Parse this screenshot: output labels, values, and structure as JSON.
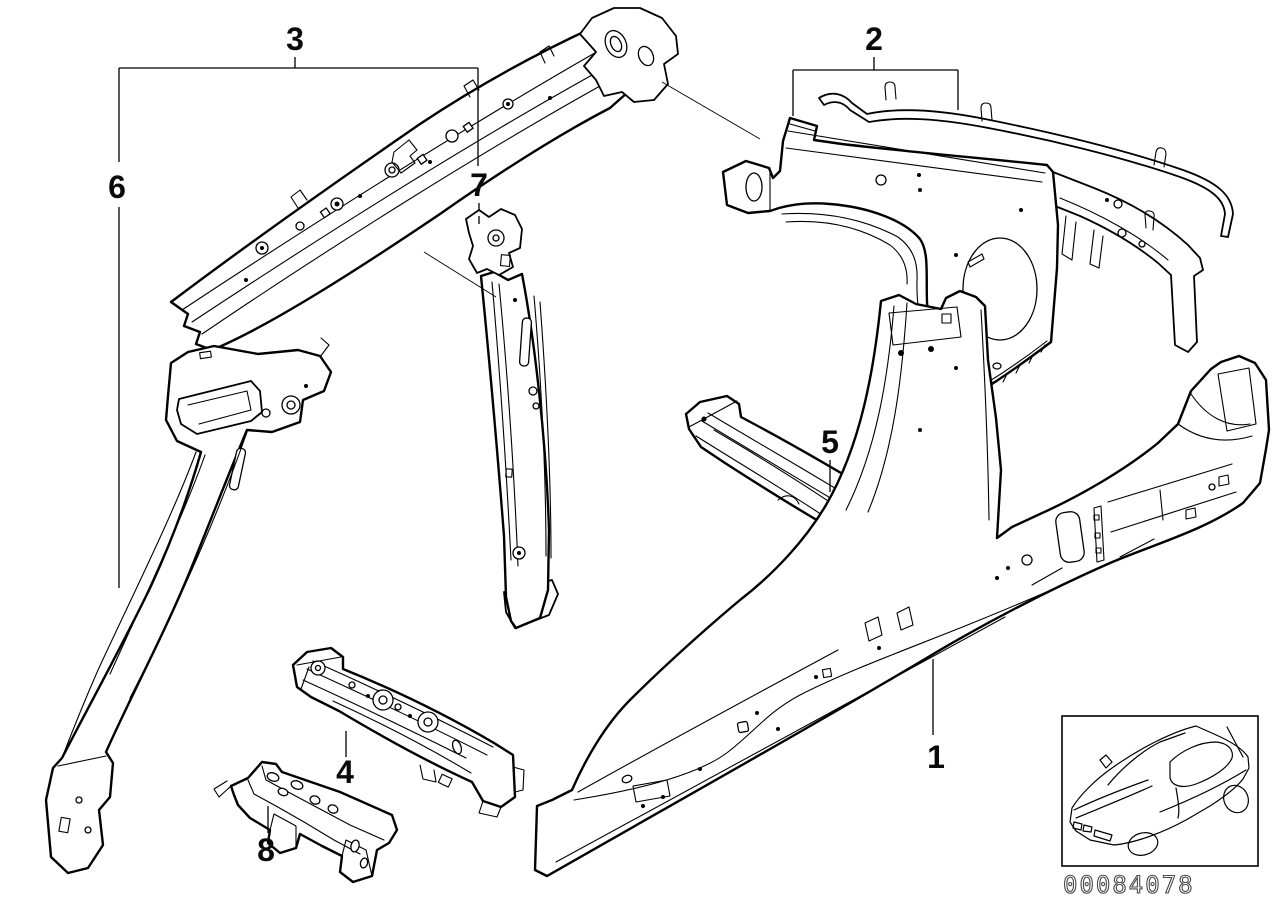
{
  "diagram": {
    "type": "exploded-parts-line-drawing",
    "colors": {
      "background": "#ffffff",
      "line": "#000000",
      "code_text_outline": "#4a4a4a"
    },
    "callouts": [
      {
        "label": "1"
      },
      {
        "label": "2"
      },
      {
        "label": "3"
      },
      {
        "label": "4"
      },
      {
        "label": "5"
      },
      {
        "label": "6"
      },
      {
        "label": "7"
      },
      {
        "label": "8"
      }
    ],
    "thumbnail": {
      "icon": "car-coupe-outline-icon"
    },
    "footer": {
      "document_number": "00084078"
    }
  }
}
